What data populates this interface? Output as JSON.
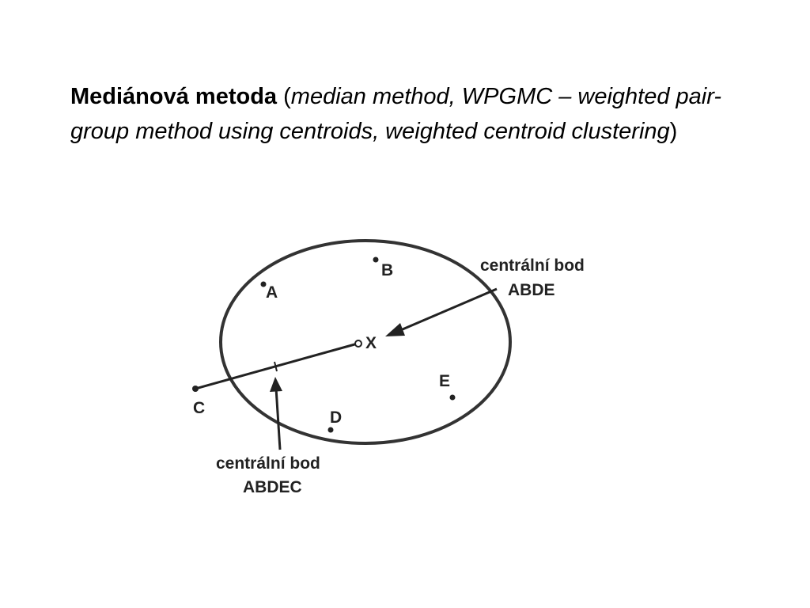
{
  "title": {
    "bold": "Mediánová metoda",
    "open_paren": " (",
    "italic": "median method, WPGMC – weighted pair-group method using centroids, weighted centroid clustering",
    "close_paren": ")"
  },
  "diagram": {
    "points": {
      "A": "A",
      "B": "B",
      "C": "C",
      "D": "D",
      "E": "E",
      "X": "X"
    },
    "callout_abde": {
      "line1": "centrální bod",
      "line2": "ABDE"
    },
    "callout_abdec": {
      "line1": "centrální bod",
      "line2": "ABDEC"
    }
  }
}
